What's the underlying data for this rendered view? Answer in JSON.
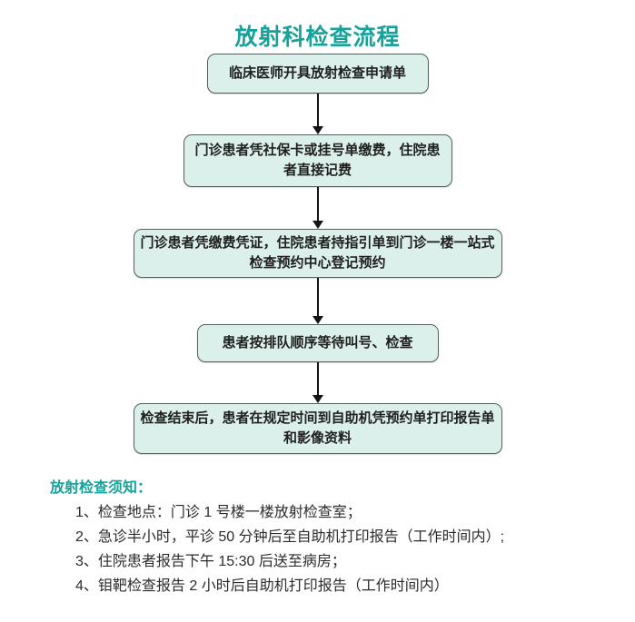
{
  "title": "放射科检查流程",
  "flow": {
    "steps": [
      {
        "text": "临床医师开具放射检查申请单"
      },
      {
        "text": "门诊患者凭社保卡或挂号单缴费，住院患者直接记费"
      },
      {
        "text": "门诊患者凭缴费凭证，住院患者持指引单到门诊一楼一站式检查预约中心登记预约"
      },
      {
        "text": "患者按排队顺序等待叫号、检查"
      },
      {
        "text": "检查结束后，患者在规定时间到自助机凭预约单打印报告单和影像资料"
      }
    ]
  },
  "notes": {
    "heading": "放射检查须知：",
    "items": [
      "1、检查地点：门诊 1 号楼一楼放射检查室；",
      "2、急诊半小时，平诊 50 分钟后至自助机打印报告（工作时间内）;",
      "3、住院患者报告下午 15:30 后送至病房；",
      "4、钼靶检查报告 2 小时后自助机打印报告（工作时间内）"
    ]
  },
  "colors": {
    "accent": "#16a19a",
    "box_fill": "#dbf0ea",
    "box_border": "#55605c",
    "text": "#1f1f1f",
    "arrow": "#141414"
  }
}
